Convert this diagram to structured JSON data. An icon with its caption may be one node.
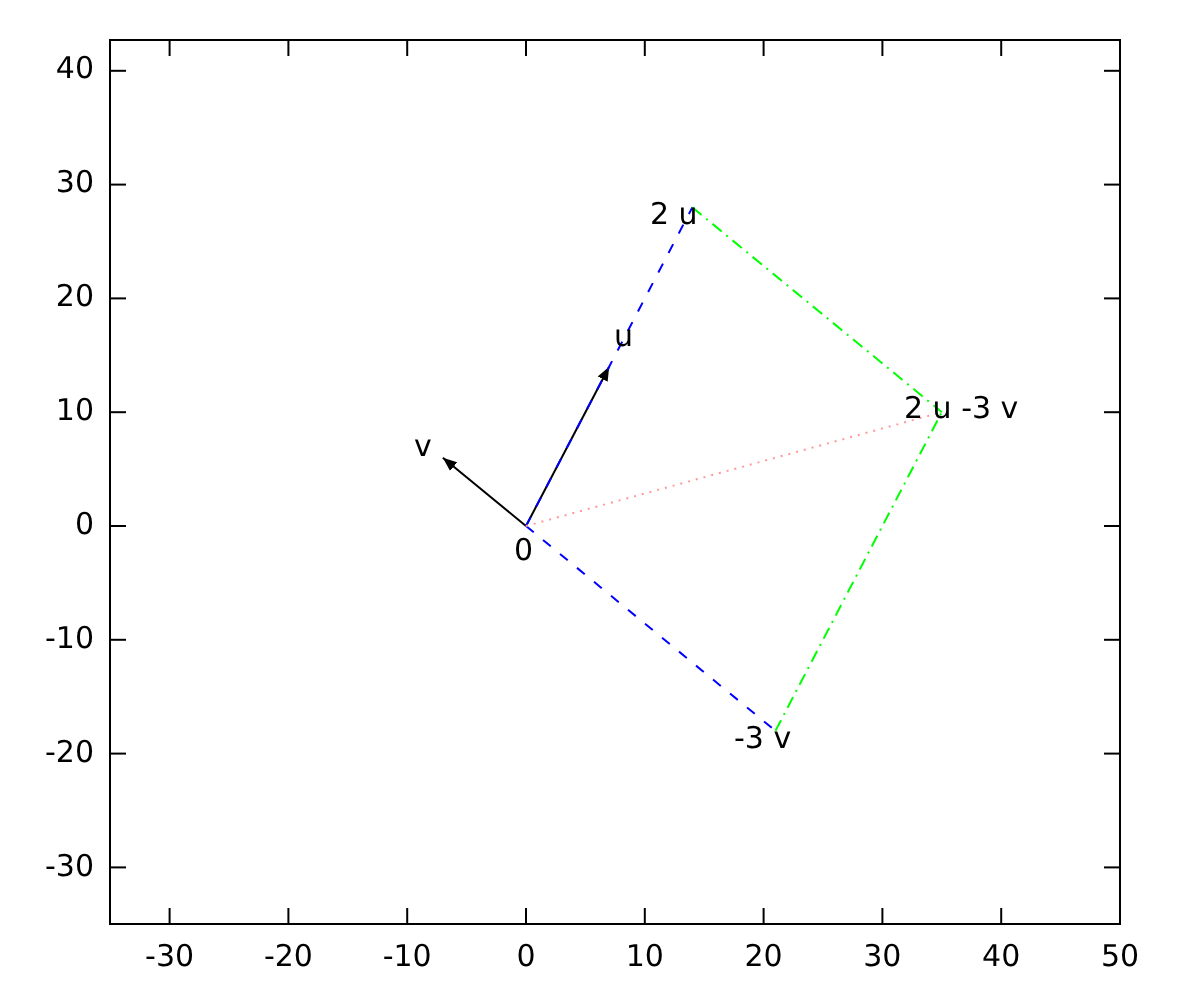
{
  "diagram": {
    "nodes": [
      {
        "text": [
          "2 u"
        ]
      },
      {
        "text": [
          "u"
        ]
      },
      {
        "text": [
          "2 u -3 v"
        ]
      },
      {
        "text": [
          "v"
        ]
      },
      {
        "text": [
          "0"
        ]
      },
      {
        "text": [
          "-3 v"
        ]
      }
    ],
    "edges": [
      {
        "from": 4,
        "to": 1,
        "arrow": "to"
      },
      {
        "from": 4,
        "to": 3,
        "arrow": "to"
      },
      {
        "from": 4,
        "to": 0,
        "arrow": "none",
        "style": "dashed",
        "color": "#0000ff"
      },
      {
        "from": 4,
        "to": 5,
        "arrow": "none",
        "style": "dashed",
        "color": "#0000ff"
      },
      {
        "from": 0,
        "to": 2,
        "arrow": "none",
        "style": "dashed",
        "color": "#00ff00"
      },
      {
        "from": 5,
        "to": 2,
        "arrow": "none",
        "style": "dashed",
        "color": "#00ff00"
      },
      {
        "from": 4,
        "to": 2,
        "arrow": "none",
        "style": "dashed",
        "color": "#ff9999"
      }
    ],
    "labels": [
      "40",
      "30",
      "20",
      "10",
      "0",
      "-10",
      "-20",
      "-30",
      "-30",
      "-20",
      "-10",
      "0",
      "10",
      "20",
      "30",
      "40",
      "50"
    ]
  }
}
